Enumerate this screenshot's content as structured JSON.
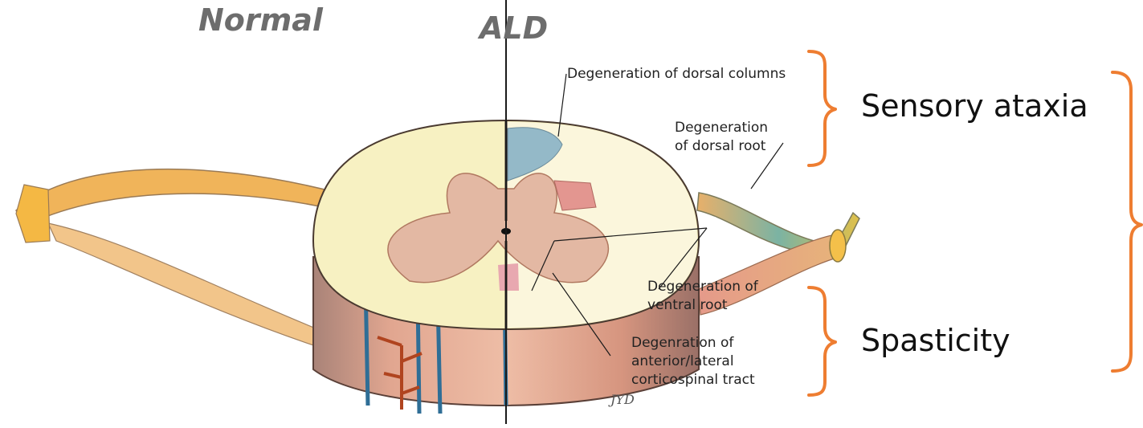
{
  "headers": {
    "left": "Normal",
    "right": "ALD"
  },
  "annotations": {
    "dorsal_columns": "Degeneration of dorsal columns",
    "dorsal_root_1": "Degeneration",
    "dorsal_root_2": "of dorsal root",
    "ventral_root_1": "Degeneration of",
    "ventral_root_2": "ventral root",
    "corticospinal_1": "Degenration of",
    "corticospinal_2": "anterior/lateral",
    "corticospinal_3": "corticospinal tract"
  },
  "groups": {
    "upper": "Sensory ataxia",
    "lower": "Spasticity"
  },
  "signature": "JYD",
  "colors": {
    "bracket": "#ee7d31",
    "header": "#6d6d6d",
    "vessel": "#2f6e96",
    "white_matter": "#f7f1c2",
    "grey_matter": "#e3b8a3",
    "root": "#f0b45a"
  }
}
